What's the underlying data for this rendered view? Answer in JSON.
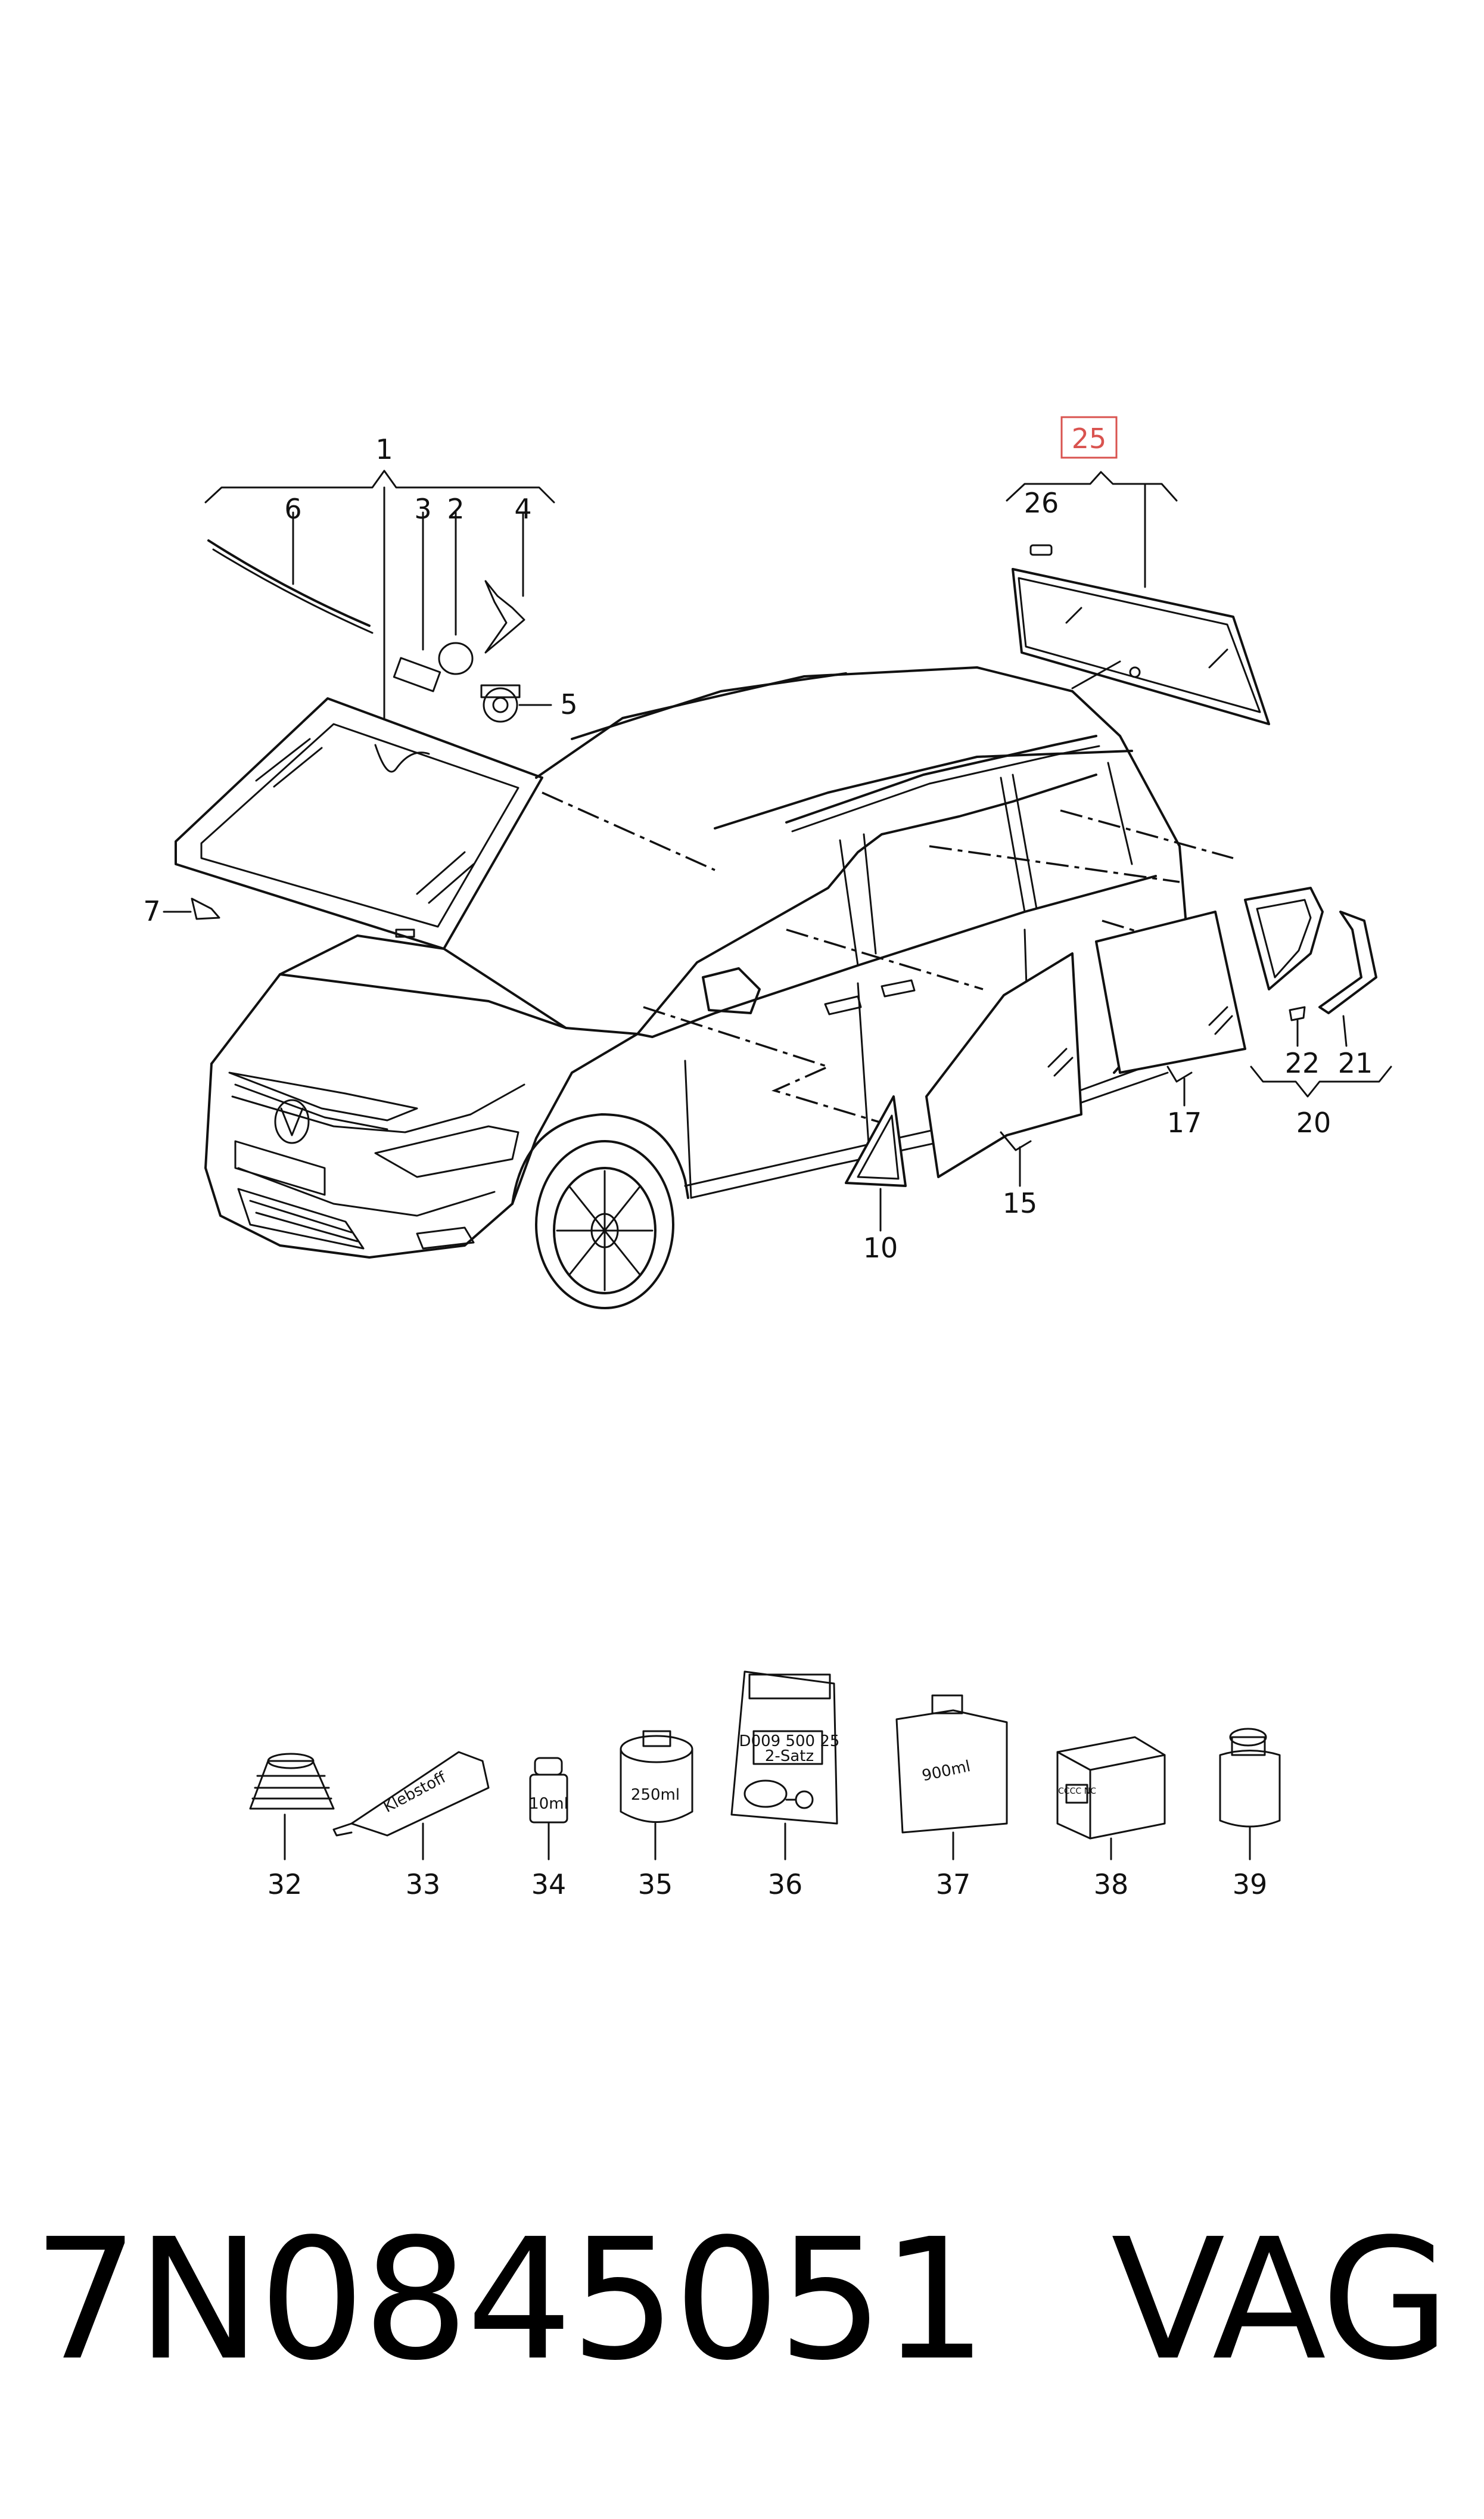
{
  "callouts": {
    "c1": "1",
    "c2": "2",
    "c3": "3",
    "c4": "4",
    "c5": "5",
    "c6": "6",
    "c7": "7",
    "c10": "10",
    "c15": "15",
    "c17": "17",
    "c20": "20",
    "c21": "21",
    "c22": "22",
    "c25": "25",
    "c26": "26",
    "c32": "32",
    "c33": "33",
    "c34": "34",
    "c35": "35",
    "c36": "36",
    "c37": "37",
    "c38": "38",
    "c39": "39"
  },
  "highlight_color": "#d9534f",
  "product_labels": {
    "tube": "Klebstoff",
    "bottle_34": "10ml",
    "can_35": "250ml",
    "bag_36_line1": "D009 500 25",
    "bag_36_line2": "2-Satz",
    "canister_37": "900ml",
    "box_38": "CCCC NC"
  },
  "footer": {
    "part_number": "7N0845051",
    "brand": "VAG"
  }
}
